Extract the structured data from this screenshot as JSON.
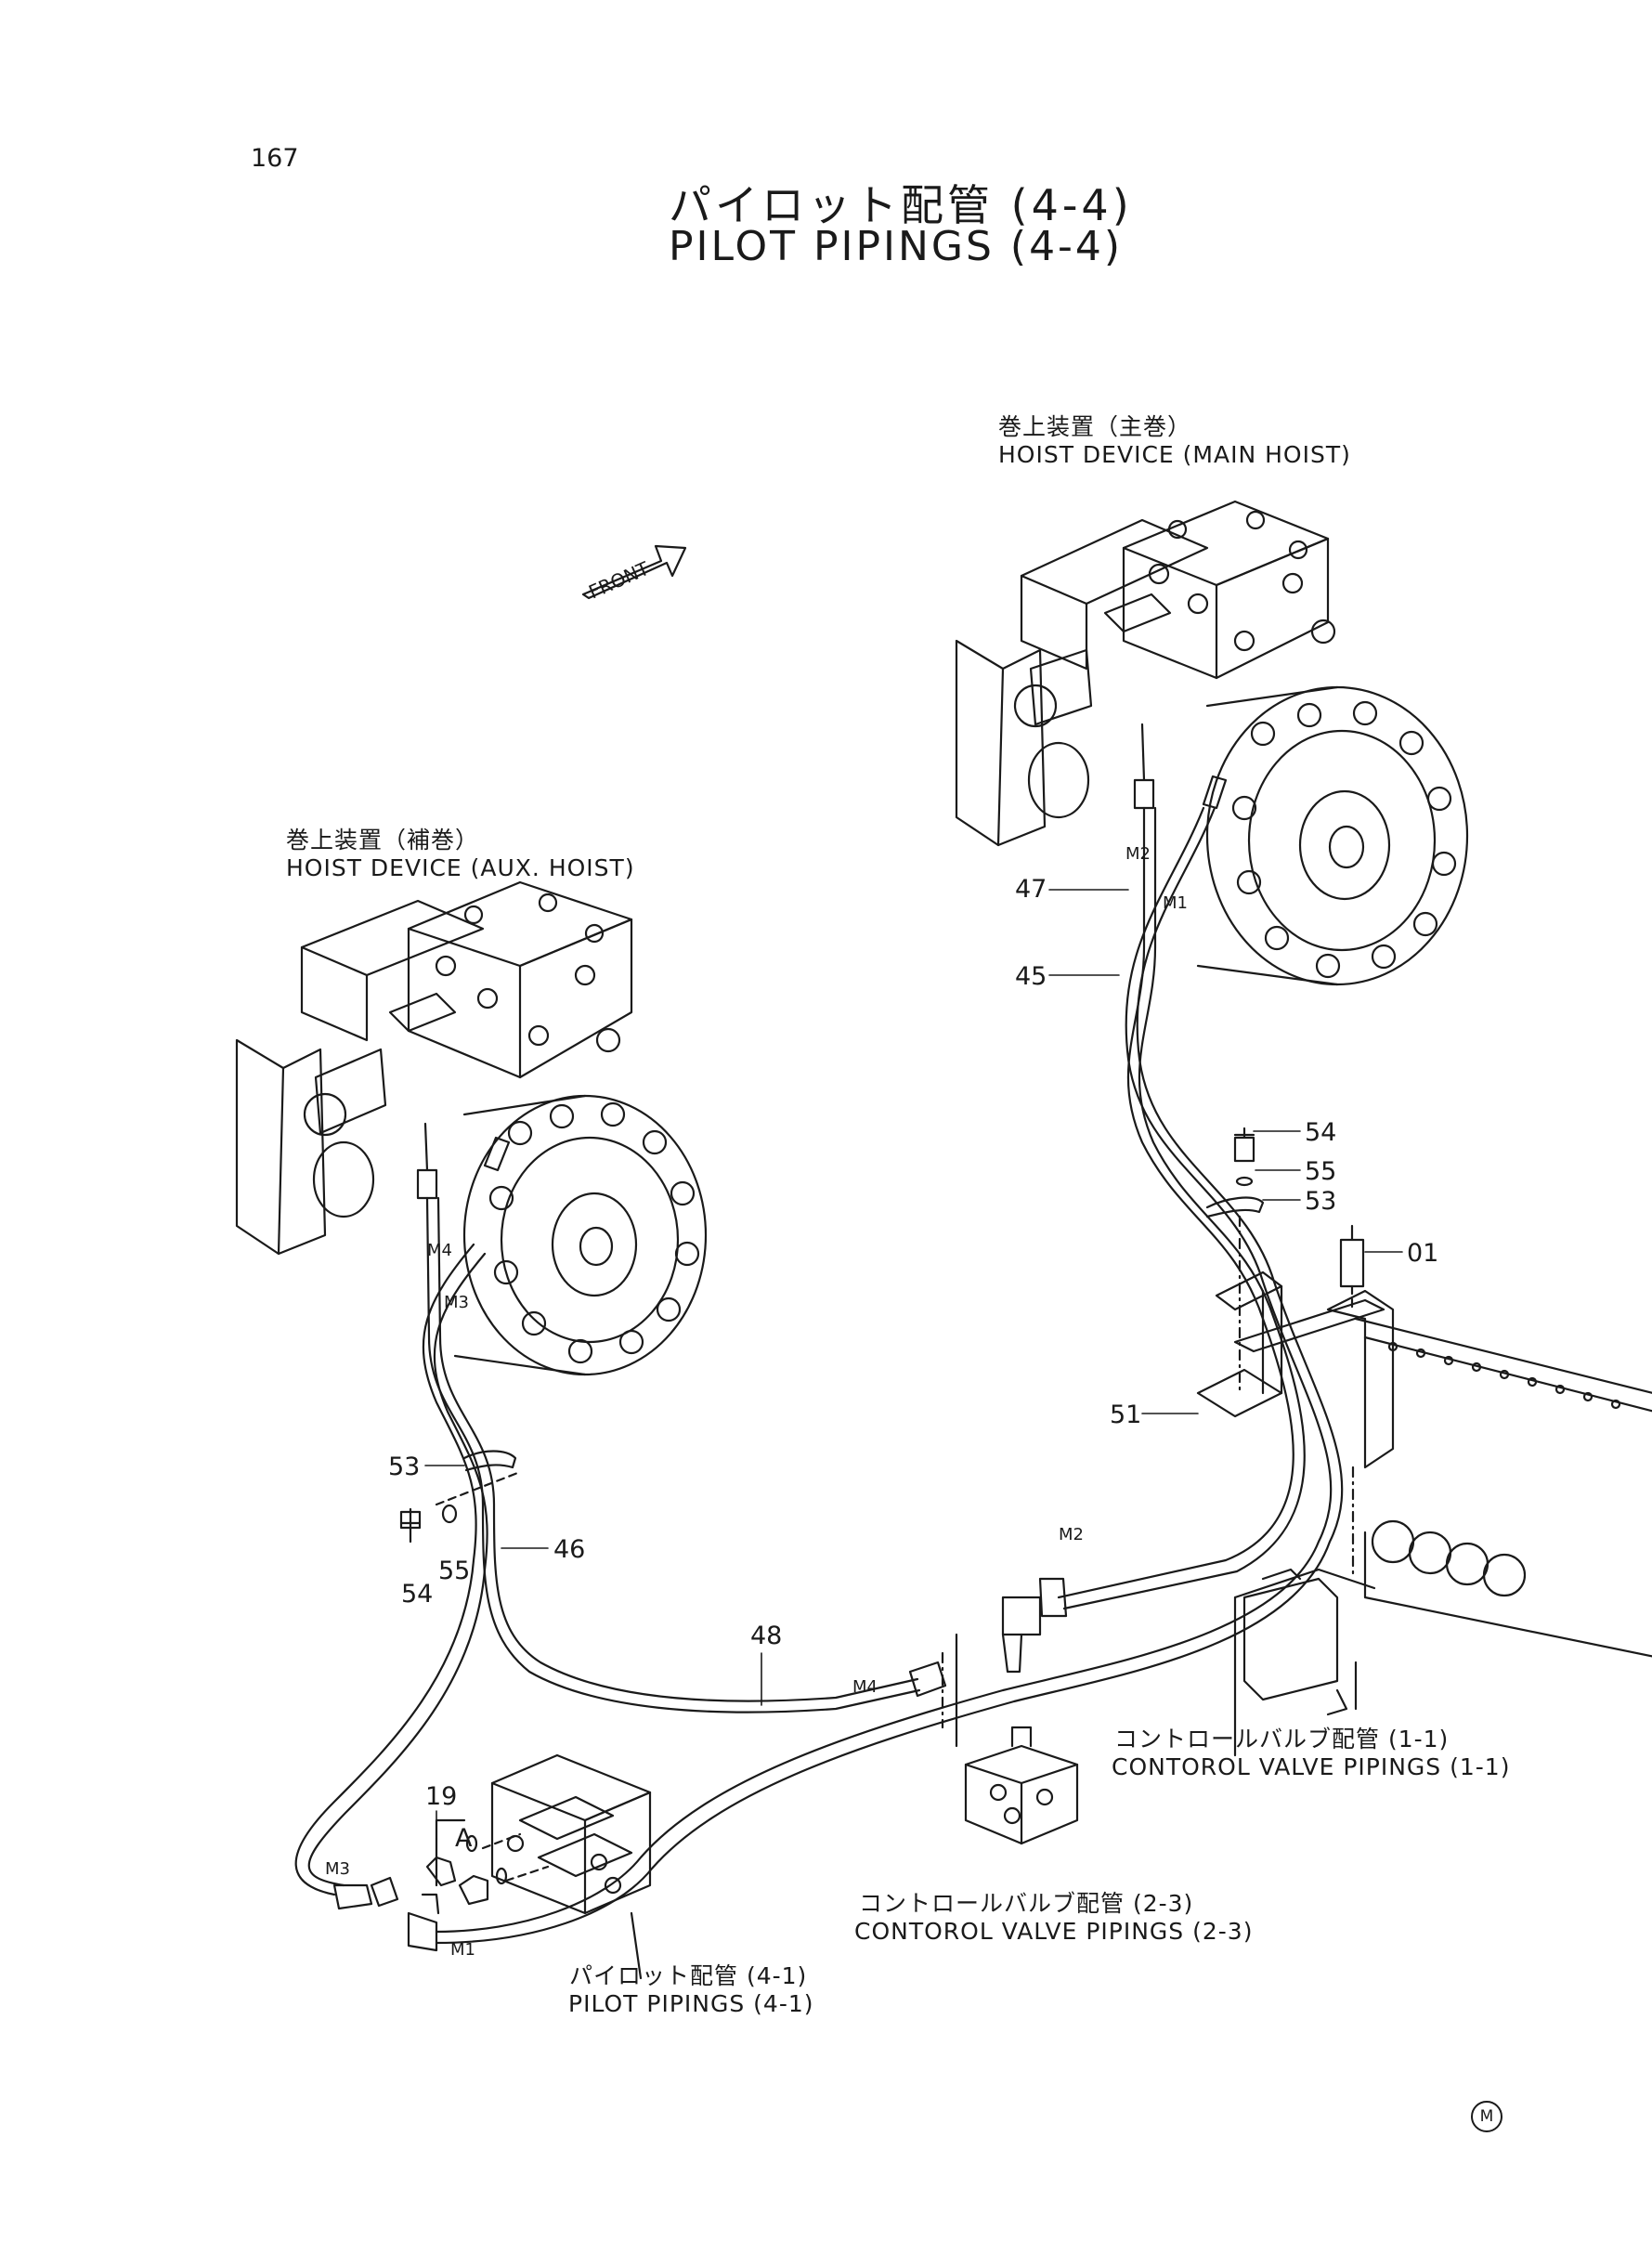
{
  "page_number": "167",
  "title": {
    "jp": "パイロット配管 (4-4)",
    "en": "PILOT PIPINGS (4-4)"
  },
  "front_arrow": "FRONT",
  "labels": {
    "main_hoist_jp": "巻上装置（主巻）",
    "main_hoist_en": "HOIST DEVICE (MAIN HOIST)",
    "aux_hoist_jp": "巻上装置（補巻）",
    "aux_hoist_en": "HOIST DEVICE (AUX. HOIST)",
    "cv11_jp": "コントロールバルブ配管 (1-1)",
    "cv11_en": "CONTOROL VALVE PIPINGS (1-1)",
    "cv23_jp": "コントロールバルブ配管 (2-3)",
    "cv23_en": "CONTOROL VALVE PIPINGS (2-3)",
    "pp41_jp": "パイロット配管 (4-1)",
    "pp41_en": "PILOT PIPINGS (4-1)"
  },
  "callouts": {
    "c47": "47",
    "c45": "45",
    "c54a": "54",
    "c55a": "55",
    "c53a": "53",
    "c01": "01",
    "c51": "51",
    "c53b": "53",
    "c54b": "54",
    "c55b": "55",
    "c46": "46",
    "c48": "48",
    "c19": "19",
    "cA": "A"
  },
  "ports": {
    "m2_top": "M2",
    "m1_top": "M1",
    "m4_aux": "M4",
    "m3_aux": "M3",
    "m2_mid": "M2",
    "m4_mid": "M4",
    "m3_bot": "M3",
    "m1_bot": "M1"
  },
  "brand_mark": "M"
}
